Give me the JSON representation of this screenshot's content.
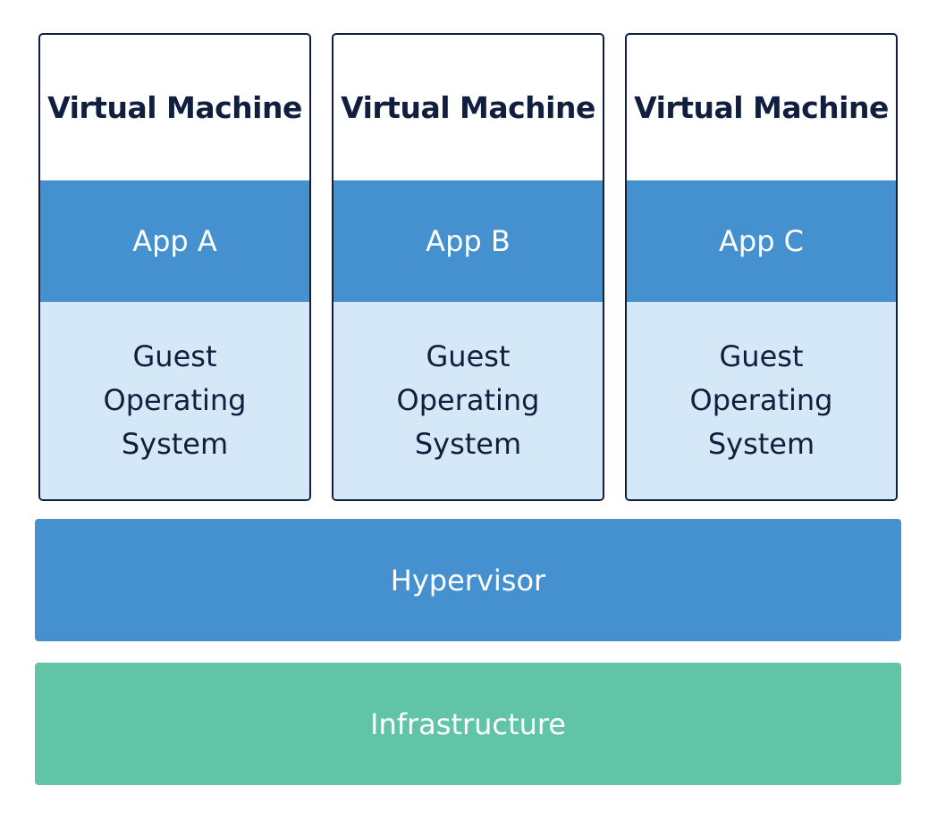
{
  "virtual_machines": [
    {
      "title": "Virtual Machine",
      "app": "App A",
      "os": "Guest Operating System"
    },
    {
      "title": "Virtual Machine",
      "app": "App B",
      "os": "Guest Operating System"
    },
    {
      "title": "Virtual Machine",
      "app": "App C",
      "os": "Guest Operating System"
    }
  ],
  "layers": {
    "hypervisor": "Hypervisor",
    "infrastructure": "Infrastructure"
  },
  "colors": {
    "border": "#0f1f3d",
    "app": "#4590ce",
    "guest_os": "#d4e8f7",
    "hypervisor": "#4590ce",
    "infrastructure": "#62c4a6"
  }
}
